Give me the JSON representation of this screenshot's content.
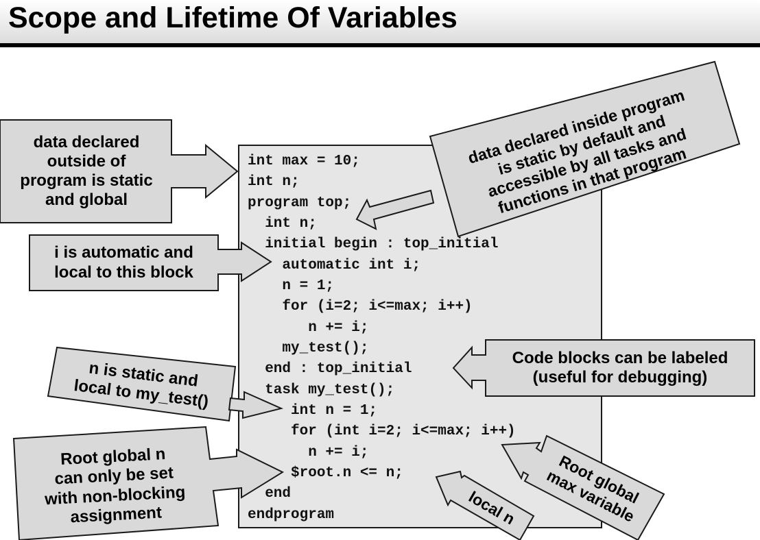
{
  "slide": {
    "title": "Scope and Lifetime Of Variables"
  },
  "code": {
    "lines": [
      "int max = 10;",
      "int n;",
      "program top;",
      "  int n;",
      "  initial begin : top_initial",
      "    automatic int i;",
      "    n = 1;",
      "    for (i=2; i<=max; i++)",
      "       n += i;",
      "    my_test();",
      "  end : top_initial",
      "  task my_test();",
      "     int n = 1;",
      "     for (int i=2; i<=max; i++)",
      "       n += i;",
      "     $root.n <= n;",
      "  end",
      "endprogram"
    ]
  },
  "callouts": {
    "outside_program": "data declared\noutside of\nprogram is static\nand global",
    "inside_program": "data declared inside program\nis static by default and\naccessible by all tasks and\nfunctions in that program",
    "automatic_local": "i is automatic and\nlocal to this block",
    "code_blocks_labeled": "Code blocks can be labeled\n(useful for debugging)",
    "static_local": "n is static and\nlocal to my_test()",
    "root_global_n": "Root global n\ncan only be set\nwith non-blocking\nassignment",
    "root_global_max": "Root global\nmax variable",
    "local_n": "local n"
  },
  "colors": {
    "callout_fill": "#d9d9d9",
    "code_background": "#e6e6e6",
    "outline": "#1a1a1a",
    "title_rule": "#000000"
  }
}
